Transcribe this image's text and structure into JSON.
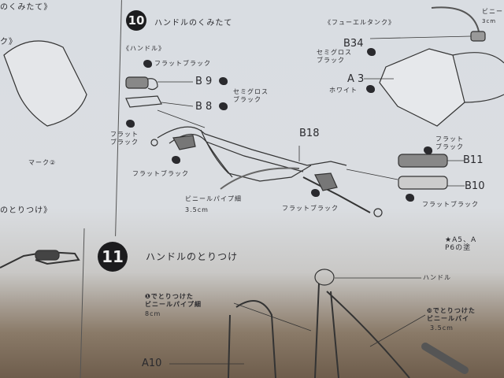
{
  "left_column": {
    "heading_top": "のくみたて》",
    "heading_sub": "ク》",
    "mark_label": "マーク②",
    "heading_bottom": "のとりつけ》"
  },
  "step10": {
    "number": "10",
    "title": "ハンドルのくみたて",
    "handle_section": "《ハンドル》",
    "fuel_tank_section": "《フューエルタンク》",
    "labels": {
      "flat_black_top": "フラットブラック",
      "b9": "B 9",
      "b8": "B 8",
      "semi_gloss_black": "セミグロス\nブラック",
      "flat_black_left": "フラット\nブラック",
      "flat_black_lever": "フラットブラック",
      "vinyl_pipe": "ビニールパイプ細",
      "vinyl_pipe_len": "3.5cm",
      "b18": "B18",
      "flat_black_center": "フラットブラック",
      "flat_black_grip": "フラット\nブラック",
      "b11": "B11",
      "b10": "B10",
      "flat_black_right": "フラットブラック",
      "b34": "B34",
      "b34_color": "セミグロス\nブラック",
      "a3": "A 3",
      "a3_color": "ホワイト",
      "vinyl_top": "ビニー",
      "vinyl_top_len": "3cm"
    }
  },
  "step11": {
    "number": "11",
    "title": "ハンドルのとりつけ",
    "note": "★A5、A\nP6の塗",
    "handle_label": "ハンドル",
    "pipe_left": "❶でとりつけた\nビニールパイプ細",
    "pipe_left_len": "8cm",
    "pipe_right": "❿でとりつけた\nビニールパイ",
    "pipe_right_len": "3.5cm",
    "a10": "A10"
  }
}
